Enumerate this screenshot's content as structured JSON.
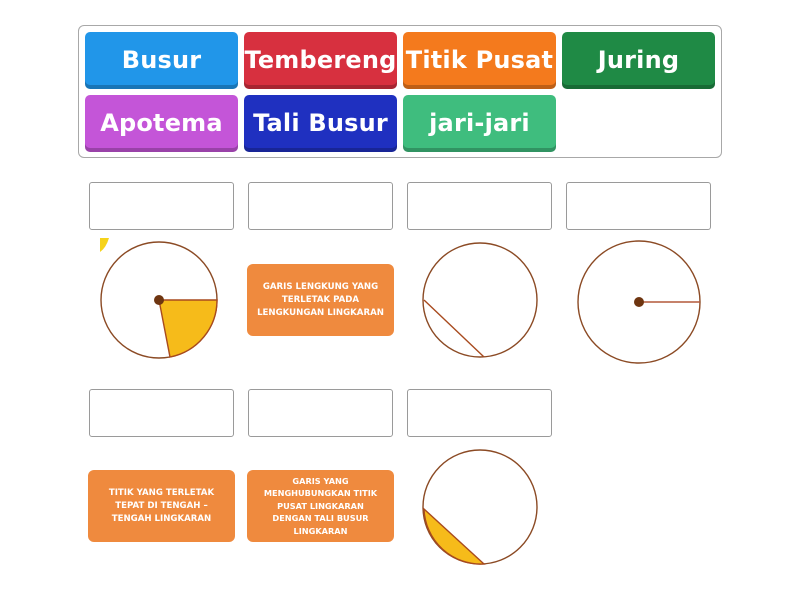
{
  "word_bank": {
    "tiles": [
      {
        "label": "Busur",
        "color": "#2196e9"
      },
      {
        "label": "Tembereng",
        "color": "#d7303f"
      },
      {
        "label": "Titik Pusat",
        "color": "#f47a1d"
      },
      {
        "label": "Juring",
        "color": "#1f8a45"
      },
      {
        "label": "Apotema",
        "color": "#c455d8"
      },
      {
        "label": "Tali Busur",
        "color": "#1f30c0"
      },
      {
        "label": "jari-jari",
        "color": "#3fbd7e"
      }
    ]
  },
  "items": [
    {
      "type": "image",
      "figure": "circle-with-sector-juring",
      "answer": ""
    },
    {
      "type": "text",
      "text": "GARIS LENGKUNG YANG TERLETAK PADA LENGKUNGAN LINGKARAN",
      "answer": ""
    },
    {
      "type": "image",
      "figure": "circle-with-chord",
      "answer": ""
    },
    {
      "type": "image",
      "figure": "circle-with-radius",
      "answer": ""
    },
    {
      "type": "text",
      "text": "TITIK YANG TERLETAK TEPAT DI TENGAH – TENGAH LINGKARAN",
      "answer": ""
    },
    {
      "type": "text",
      "text": "GARIS YANG MENGHUBUNGKAN TITIK PUSAT LINGKARAN DENGAN TALI BUSUR LINGKARAN",
      "answer": ""
    },
    {
      "type": "image",
      "figure": "circle-with-segment-tembereng",
      "answer": ""
    }
  ],
  "colors": {
    "circle_stroke": "#8b4a24",
    "center_dot": "#6e3510",
    "shade": "#f6bb1a",
    "card_bg": "#ef8a3e"
  }
}
